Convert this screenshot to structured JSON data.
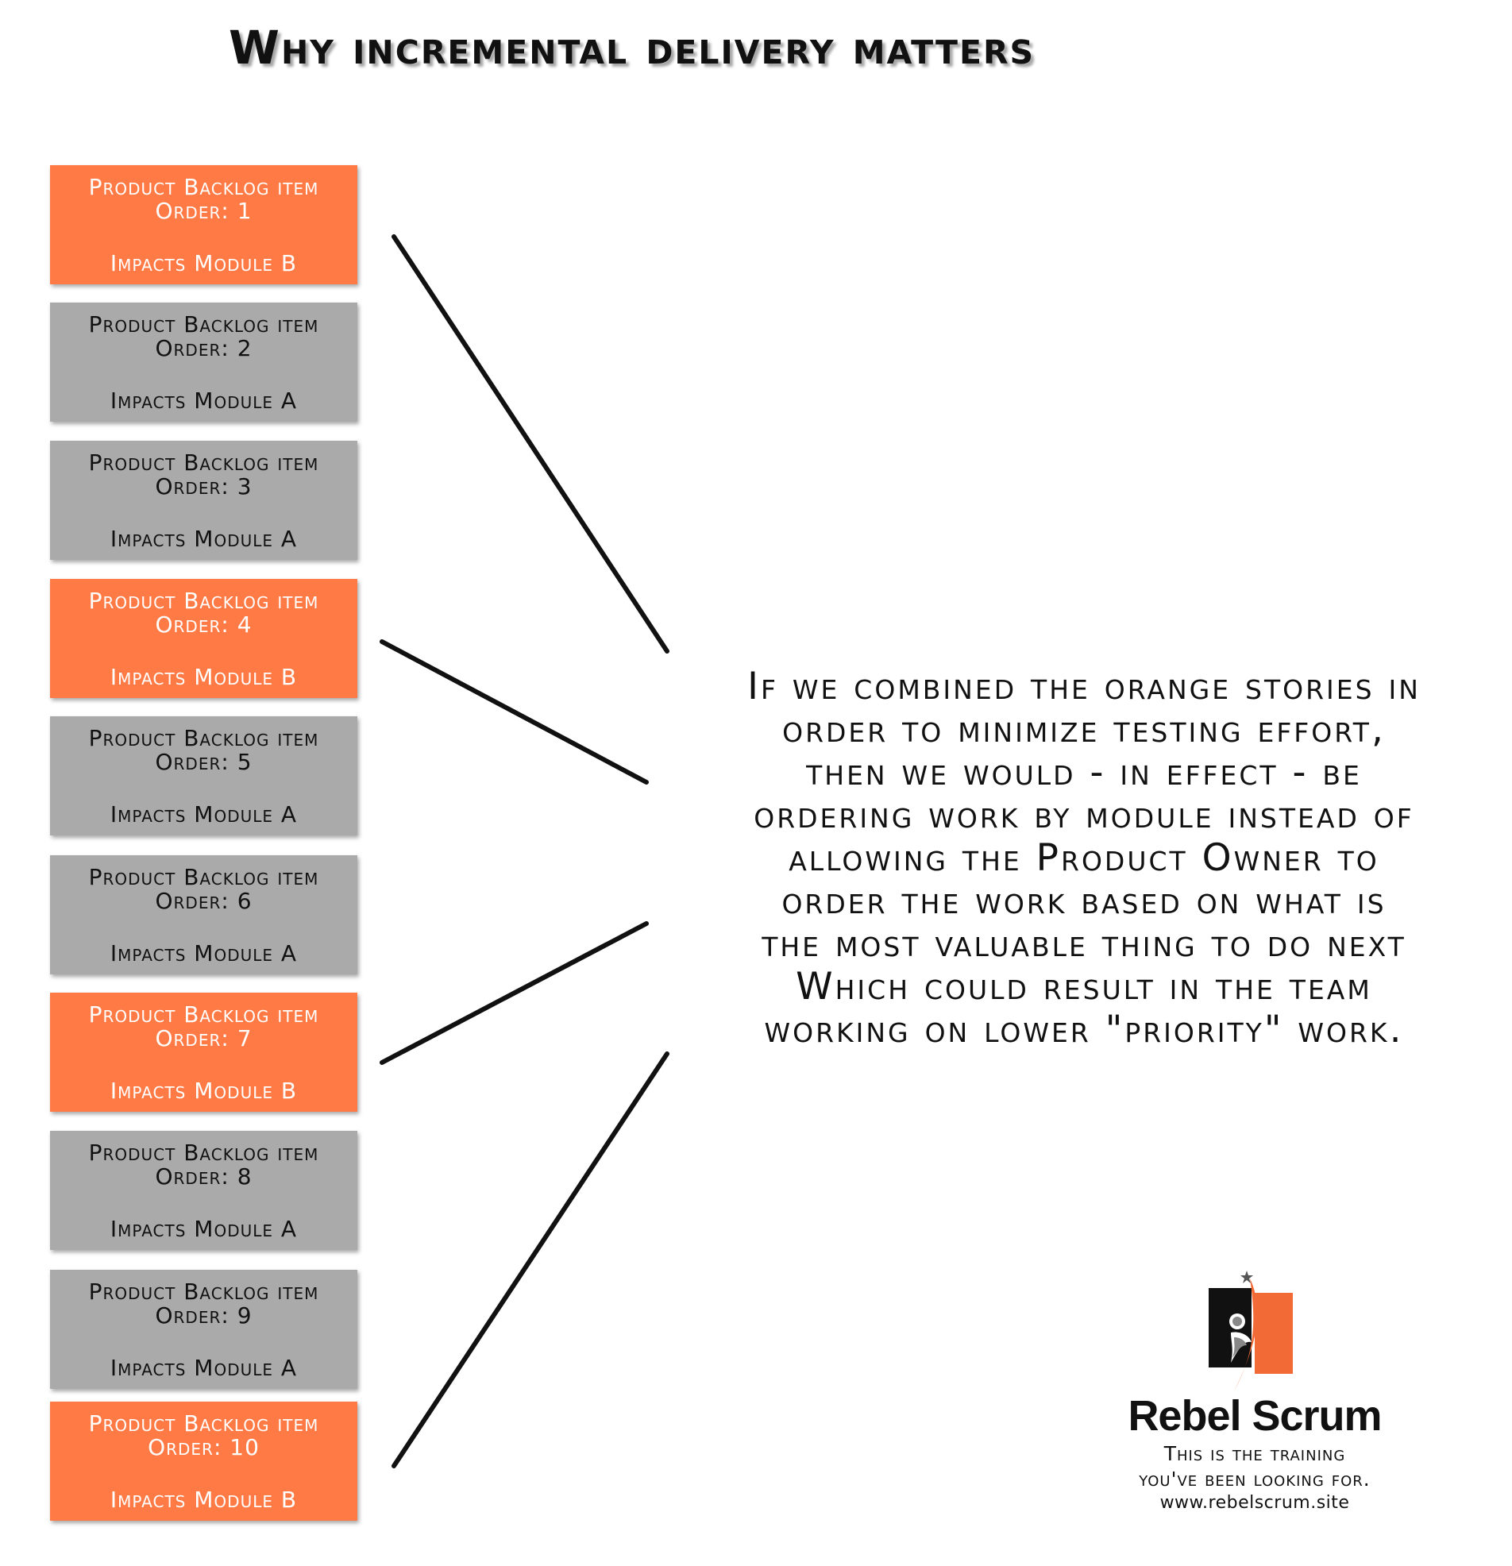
{
  "title": "Why incremental delivery matters",
  "colors": {
    "orange": "#FF7A45",
    "gray": "#AAAAAA",
    "orange_text": "#FFFFFF",
    "gray_text": "#111111"
  },
  "backlog_items": [
    {
      "label": "Product Backlog item",
      "order": "Order: 1",
      "impact": "Impacts Module B",
      "module": "B",
      "color": "orange"
    },
    {
      "label": "Product Backlog item",
      "order": "Order: 2",
      "impact": "Impacts Module A",
      "module": "A",
      "color": "gray"
    },
    {
      "label": "Product Backlog item",
      "order": "Order: 3",
      "impact": "Impacts Module A",
      "module": "A",
      "color": "gray"
    },
    {
      "label": "Product Backlog item",
      "order": "Order: 4",
      "impact": "Impacts Module B",
      "module": "B",
      "color": "orange"
    },
    {
      "label": "Product Backlog item",
      "order": "Order: 5",
      "impact": "Impacts Module A",
      "module": "A",
      "color": "gray"
    },
    {
      "label": "Product Backlog item",
      "order": "Order: 6",
      "impact": "Impacts Module A",
      "module": "A",
      "color": "gray"
    },
    {
      "label": "Product Backlog item",
      "order": "Order: 7",
      "impact": "Impacts Module B",
      "module": "B",
      "color": "orange"
    },
    {
      "label": "Product Backlog item",
      "order": "Order: 8",
      "impact": "Impacts Module A",
      "module": "A",
      "color": "gray"
    },
    {
      "label": "Product Backlog item",
      "order": "Order: 9",
      "impact": "Impacts Module A",
      "module": "A",
      "color": "gray"
    },
    {
      "label": "Product Backlog item",
      "order": "Order: 10",
      "impact": "Impacts Module B",
      "module": "B",
      "color": "orange"
    }
  ],
  "explanation": [
    "If we combined the orange stories in",
    "order to minimize testing effort,",
    "then we would - in effect - be",
    "ordering work by module instead of",
    "allowing the Product Owner to",
    "order the work based on what is",
    "the most valuable thing to do next",
    "Which could result in the team",
    "working on lower \"priority\" work."
  ],
  "logo": {
    "brand": "Rebel Scrum",
    "tagline_1": "This is the training",
    "tagline_2": "you've been looking for.",
    "url": "www.rebelscrum.site"
  }
}
